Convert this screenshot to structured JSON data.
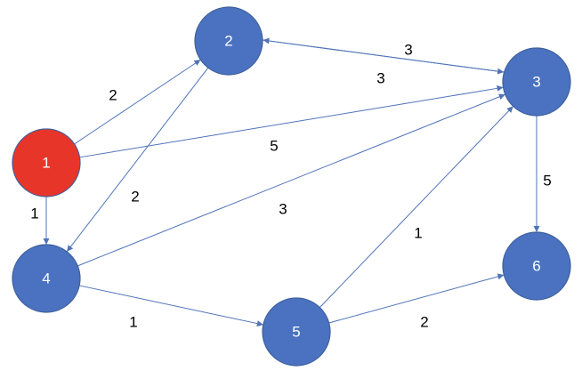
{
  "colors": {
    "node_default": "#4a72c0",
    "node_highlight": "#e8352a",
    "node_highlight_stroke": "#b22a21",
    "edge": "#4f73b8",
    "label": "#000000"
  },
  "nodes": [
    {
      "id": "1",
      "label": "1",
      "highlighted": true
    },
    {
      "id": "2",
      "label": "2",
      "highlighted": false
    },
    {
      "id": "3",
      "label": "3",
      "highlighted": false
    },
    {
      "id": "4",
      "label": "4",
      "highlighted": false
    },
    {
      "id": "5",
      "label": "5",
      "highlighted": false
    },
    {
      "id": "6",
      "label": "6",
      "highlighted": false
    }
  ],
  "edges": [
    {
      "from": "1",
      "to": "2",
      "weight": "2"
    },
    {
      "from": "2",
      "to": "3",
      "weight": "3"
    },
    {
      "from": "3",
      "to": "2",
      "weight": "3"
    },
    {
      "from": "1",
      "to": "3",
      "weight": "5"
    },
    {
      "from": "2",
      "to": "4",
      "weight": "2"
    },
    {
      "from": "1",
      "to": "4",
      "weight": "1"
    },
    {
      "from": "4",
      "to": "3",
      "weight": "3"
    },
    {
      "from": "3",
      "to": "6",
      "weight": "5"
    },
    {
      "from": "5",
      "to": "3",
      "weight": "1"
    },
    {
      "from": "4",
      "to": "5",
      "weight": "1"
    },
    {
      "from": "5",
      "to": "6",
      "weight": "2"
    }
  ]
}
